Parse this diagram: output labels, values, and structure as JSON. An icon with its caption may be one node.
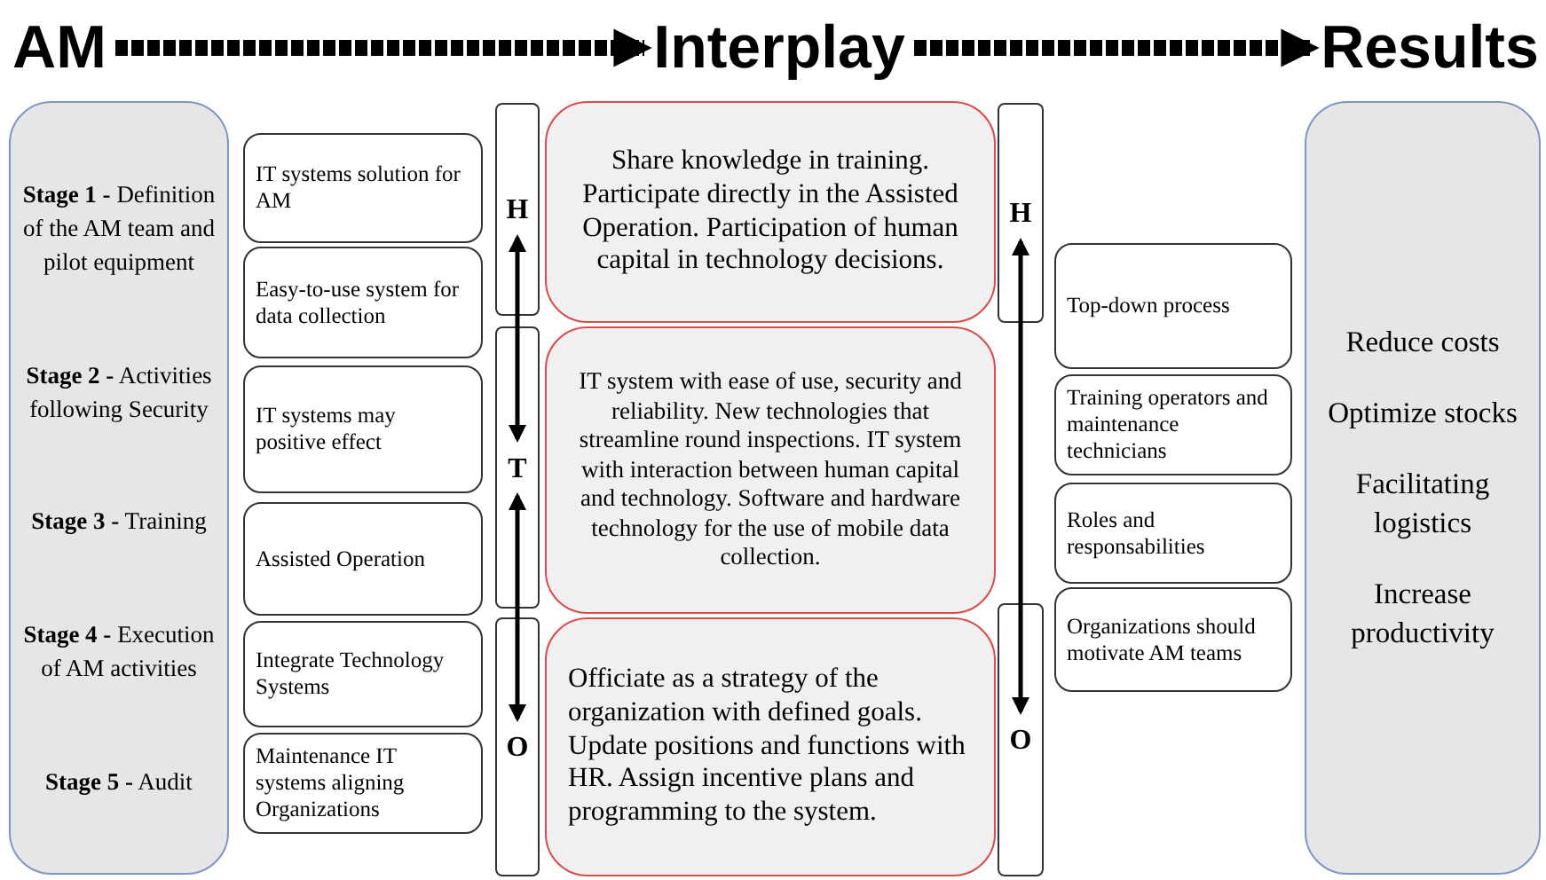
{
  "diagram": {
    "nodes": [
      {
        "text": [
          "AM"
        ]
      },
      {
        "text": [
          "Interplay"
        ]
      },
      {
        "text": [
          "Results"
        ]
      },
      {
        "text": [
          "**Stage 1 -** Definition of the AM team and pilot equipment",
          "**Stage 2 -** Activities following Security",
          "**Stage 3 -** Training",
          "**Stage 4 -** Execution of AM activities",
          "**Stage 5 -** Audit"
        ]
      },
      {
        "text": [
          "IT systems solution for AM"
        ]
      },
      {
        "text": [
          "Easy-to-use system for data collection"
        ]
      },
      {
        "text": [
          "IT systems may positive effect"
        ]
      },
      {
        "text": [
          "Assisted Operation"
        ]
      },
      {
        "text": [
          "Integrate Technology Systems"
        ]
      },
      {
        "text": [
          "Maintenance IT systems aligning Organizations"
        ]
      },
      {
        "text": [
          "H"
        ]
      },
      {
        "text": [
          "T"
        ]
      },
      {
        "text": [
          "O"
        ]
      },
      {
        "text": [
          "Share knowledge in training. Participate directly in the Assisted Operation. Participation of human capital in technology decisions."
        ]
      },
      {
        "text": [
          "IT system with ease of use, security and reliability. New technologies that streamline round inspections. IT system with interaction between human capital and technology. Software and hardware technology for the use of mobile data collection."
        ]
      },
      {
        "text": [
          "Officiate as a strategy of the organization with defined goals. Update positions and functions with HR. Assign incentive plans and programming to the system."
        ]
      },
      {
        "text": [
          "H"
        ]
      },
      {
        "text": [
          "O"
        ]
      },
      {
        "text": [
          "Top-down process"
        ]
      },
      {
        "text": [
          "Training operators and maintenance technicians"
        ]
      },
      {
        "text": [
          "Roles and responsabilities"
        ]
      },
      {
        "text": [
          "Organizations should motivate AM teams"
        ]
      },
      {
        "text": [
          "Reduce costs",
          "Optimize stocks",
          "Facilitating logistics",
          "Increase productivity"
        ]
      }
    ],
    "edges": [
      {
        "from": 0,
        "to": 1,
        "arrow": "to",
        "style": "dashed"
      },
      {
        "from": 1,
        "to": 2,
        "arrow": "to",
        "style": "dashed"
      },
      {
        "from": 10,
        "to": 11,
        "arrow": "both"
      },
      {
        "from": 11,
        "to": 12,
        "arrow": "both"
      },
      {
        "from": 16,
        "to": 17,
        "arrow": "both"
      }
    ]
  }
}
